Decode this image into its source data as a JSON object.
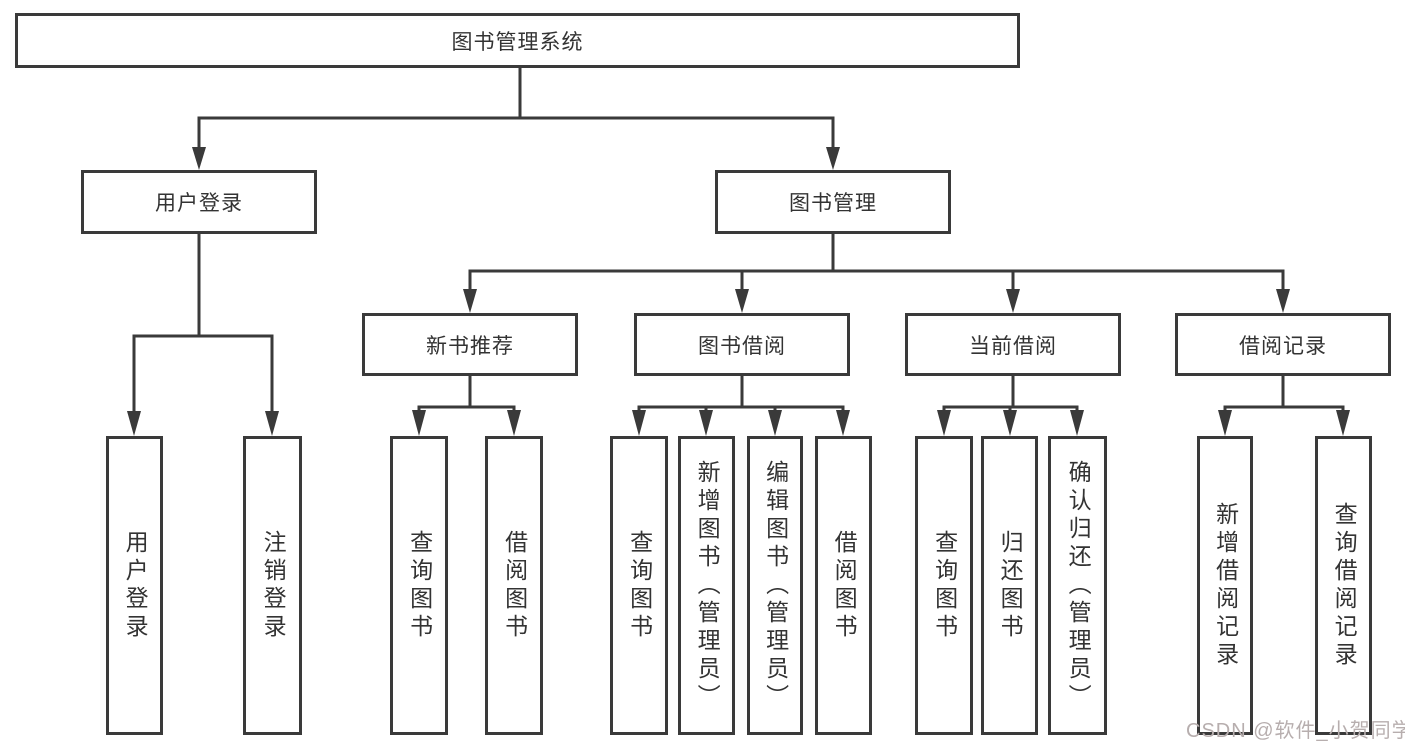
{
  "diagram": {
    "root": {
      "label": "图书管理系统"
    },
    "branches": [
      {
        "label": "用户登录",
        "children": [
          {
            "label": "用户登录"
          },
          {
            "label": "注销登录"
          }
        ]
      },
      {
        "label": "图书管理",
        "children": [
          {
            "label": "新书推荐",
            "children": [
              {
                "label": "查询图书"
              },
              {
                "label": "借阅图书"
              }
            ]
          },
          {
            "label": "图书借阅",
            "children": [
              {
                "label": "查询图书"
              },
              {
                "label": "新增图书（管理员）"
              },
              {
                "label": "编辑图书（管理员）"
              },
              {
                "label": "借阅图书"
              }
            ]
          },
          {
            "label": "当前借阅",
            "children": [
              {
                "label": "查询图书"
              },
              {
                "label": "归还图书"
              },
              {
                "label": "确认归还（管理员）"
              }
            ]
          },
          {
            "label": "借阅记录",
            "children": [
              {
                "label": "新增借阅记录"
              },
              {
                "label": "查询借阅记录"
              }
            ]
          }
        ]
      }
    ],
    "line_color": "#3a3a3a"
  },
  "watermark": {
    "text": "CSDN @软件_小贺同学"
  }
}
